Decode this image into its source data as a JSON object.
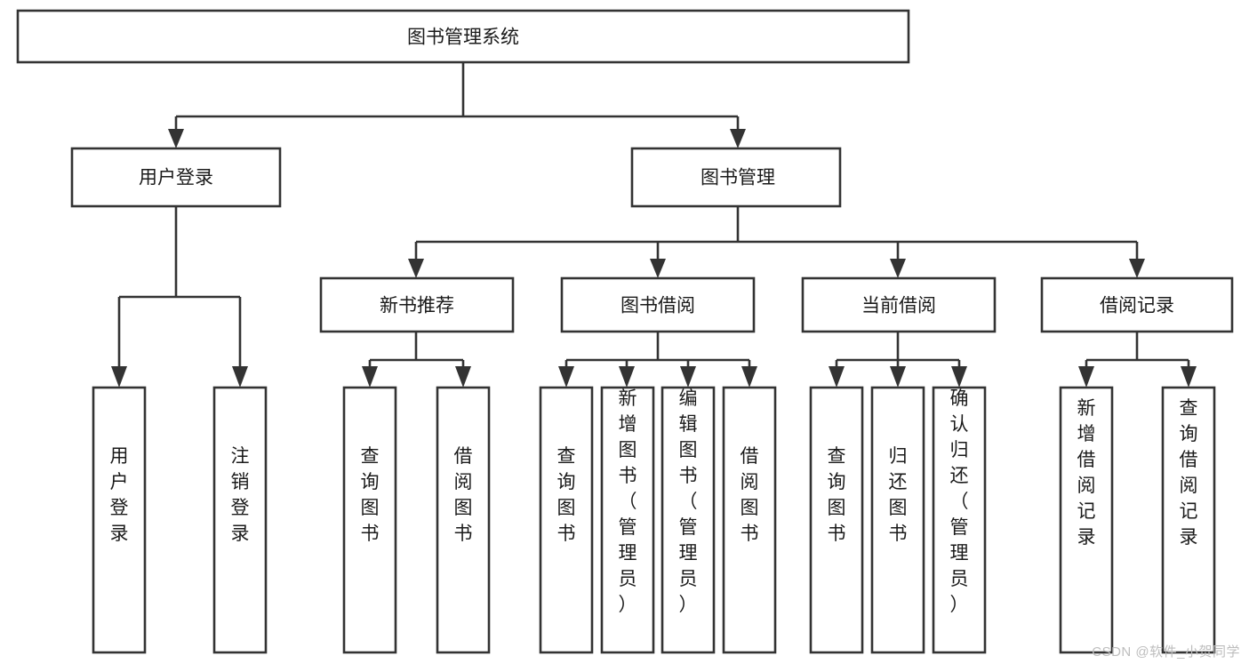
{
  "diagram": {
    "type": "tree-hierarchy",
    "title": "图书管理系统",
    "watermark": "CSDN @软件_小贺同学",
    "colors": {
      "stroke": "#333333",
      "fill": "#ffffff",
      "text": "#1a1a1a",
      "watermark": "#bdbdbd"
    },
    "nodes": {
      "root": {
        "label": "图书管理系统",
        "level": 1,
        "orientation": "horizontal"
      },
      "user_login": {
        "label": "用户登录",
        "level": 2,
        "orientation": "horizontal"
      },
      "book_manage": {
        "label": "图书管理",
        "level": 2,
        "orientation": "horizontal"
      },
      "new_book_rec": {
        "label": "新书推荐",
        "level": 3,
        "orientation": "horizontal"
      },
      "book_borrow": {
        "label": "图书借阅",
        "level": 3,
        "orientation": "horizontal"
      },
      "current_borrow": {
        "label": "当前借阅",
        "level": 3,
        "orientation": "horizontal"
      },
      "borrow_record": {
        "label": "借阅记录",
        "level": 3,
        "orientation": "horizontal"
      },
      "leaf_user_login": {
        "label": "用户登录",
        "level": 4,
        "orientation": "vertical"
      },
      "leaf_logout": {
        "label": "注销登录",
        "level": 4,
        "orientation": "vertical"
      },
      "leaf_query_book_1": {
        "label": "查询图书",
        "level": 4,
        "orientation": "vertical"
      },
      "leaf_borrow_book_1": {
        "label": "借阅图书",
        "level": 4,
        "orientation": "vertical"
      },
      "leaf_query_book_2": {
        "label": "查询图书",
        "level": 4,
        "orientation": "vertical"
      },
      "leaf_add_book": {
        "label": "新增图书（管理员）",
        "level": 4,
        "orientation": "vertical"
      },
      "leaf_edit_book": {
        "label": "编辑图书（管理员）",
        "level": 4,
        "orientation": "vertical"
      },
      "leaf_borrow_book_2": {
        "label": "借阅图书",
        "level": 4,
        "orientation": "vertical"
      },
      "leaf_query_book_3": {
        "label": "查询图书",
        "level": 4,
        "orientation": "vertical"
      },
      "leaf_return_book": {
        "label": "归还图书",
        "level": 4,
        "orientation": "vertical"
      },
      "leaf_confirm_return": {
        "label": "确认归还（管理员）",
        "level": 4,
        "orientation": "vertical"
      },
      "leaf_add_record": {
        "label": "新增借阅记录",
        "level": 4,
        "orientation": "vertical"
      },
      "leaf_query_record": {
        "label": "查询借阅记录",
        "level": 4,
        "orientation": "vertical"
      }
    },
    "edges": [
      {
        "from": "root",
        "to": "user_login"
      },
      {
        "from": "root",
        "to": "book_manage"
      },
      {
        "from": "user_login",
        "to": "leaf_user_login"
      },
      {
        "from": "user_login",
        "to": "leaf_logout"
      },
      {
        "from": "book_manage",
        "to": "new_book_rec"
      },
      {
        "from": "book_manage",
        "to": "book_borrow"
      },
      {
        "from": "book_manage",
        "to": "current_borrow"
      },
      {
        "from": "book_manage",
        "to": "borrow_record"
      },
      {
        "from": "new_book_rec",
        "to": "leaf_query_book_1"
      },
      {
        "from": "new_book_rec",
        "to": "leaf_borrow_book_1"
      },
      {
        "from": "book_borrow",
        "to": "leaf_query_book_2"
      },
      {
        "from": "book_borrow",
        "to": "leaf_add_book"
      },
      {
        "from": "book_borrow",
        "to": "leaf_edit_book"
      },
      {
        "from": "book_borrow",
        "to": "leaf_borrow_book_2"
      },
      {
        "from": "current_borrow",
        "to": "leaf_query_book_3"
      },
      {
        "from": "current_borrow",
        "to": "leaf_return_book"
      },
      {
        "from": "current_borrow",
        "to": "leaf_confirm_return"
      },
      {
        "from": "borrow_record",
        "to": "leaf_add_record"
      },
      {
        "from": "borrow_record",
        "to": "leaf_query_record"
      }
    ]
  }
}
